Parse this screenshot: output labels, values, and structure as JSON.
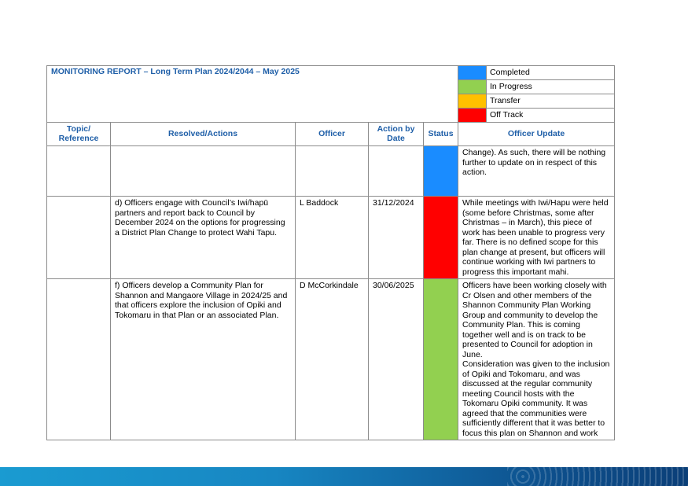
{
  "report_title": "MONITORING REPORT – Long Term Plan 2024/2044 – May 2025",
  "legend": [
    {
      "label": "Completed",
      "color": "#1a8cff"
    },
    {
      "label": "In Progress",
      "color": "#92d050"
    },
    {
      "label": "Transfer",
      "color": "#ffc000"
    },
    {
      "label": "Off Track",
      "color": "#ff0000"
    }
  ],
  "columns": {
    "topic": "Topic/ Reference",
    "resolved": "Resolved/Actions",
    "officer": "Officer",
    "action_by": "Action by Date",
    "status": "Status",
    "update": "Officer Update"
  },
  "rows": [
    {
      "topic": "",
      "resolved": "",
      "officer": "",
      "date": "",
      "status": "Completed",
      "update": "Change). As such, there will be nothing further to update on in respect of this action."
    },
    {
      "topic": "",
      "resolved": "d) Officers engage with Council’s Iwi/hapū partners and report back to Council by December 2024 on the options for progressing a District Plan Change to protect Wahi Tapu.",
      "officer": "L Baddock",
      "date": "31/12/2024",
      "status": "Off Track",
      "update": "While meetings with Iwi/Hapu were held (some before Christmas, some after Christmas – in March), this piece of work has been unable to progress very far. There is no defined scope for this plan change at present, but officers will continue working with Iwi partners to progress this important mahi."
    },
    {
      "topic": "",
      "resolved": "f) Officers develop a Community Plan for Shannon and Mangaore Village in 2024/25 and that officers explore the inclusion of Opiki and Tokomaru in that Plan or an associated Plan.",
      "officer": "D McCorkindale",
      "date": "30/06/2025",
      "status": "In Progress",
      "update": "Officers have been working closely with Cr Olsen and other members of the Shannon Community Plan Working Group and community to develop the Community Plan. This is coming together well and is on track to be presented to Council for adoption in June.",
      "update2": "Consideration was given to the inclusion of Opiki and Tokomaru, and was discussed at the regular community meeting Council hosts with the Tokomaru Opiki community. It was agreed that the communities were sufficiently different that it was better to focus this plan on Shannon and work"
    }
  ]
}
